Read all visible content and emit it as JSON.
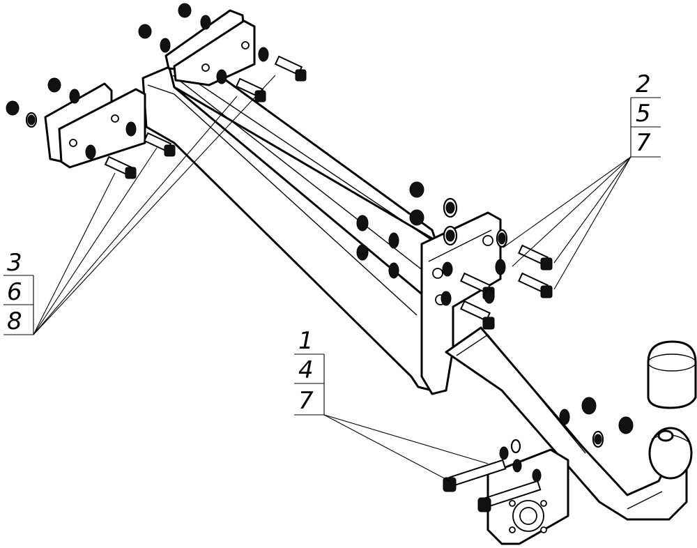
{
  "callouts": [
    {
      "id": "right-upper",
      "numbers": [
        "2",
        "5",
        "7"
      ]
    },
    {
      "id": "left",
      "numbers": [
        "3",
        "6",
        "8"
      ]
    },
    {
      "id": "center-low",
      "numbers": [
        "1",
        "4",
        "7"
      ]
    }
  ],
  "colors": {
    "line": "#000000",
    "background": "#ffffff",
    "nut": "#111111"
  }
}
